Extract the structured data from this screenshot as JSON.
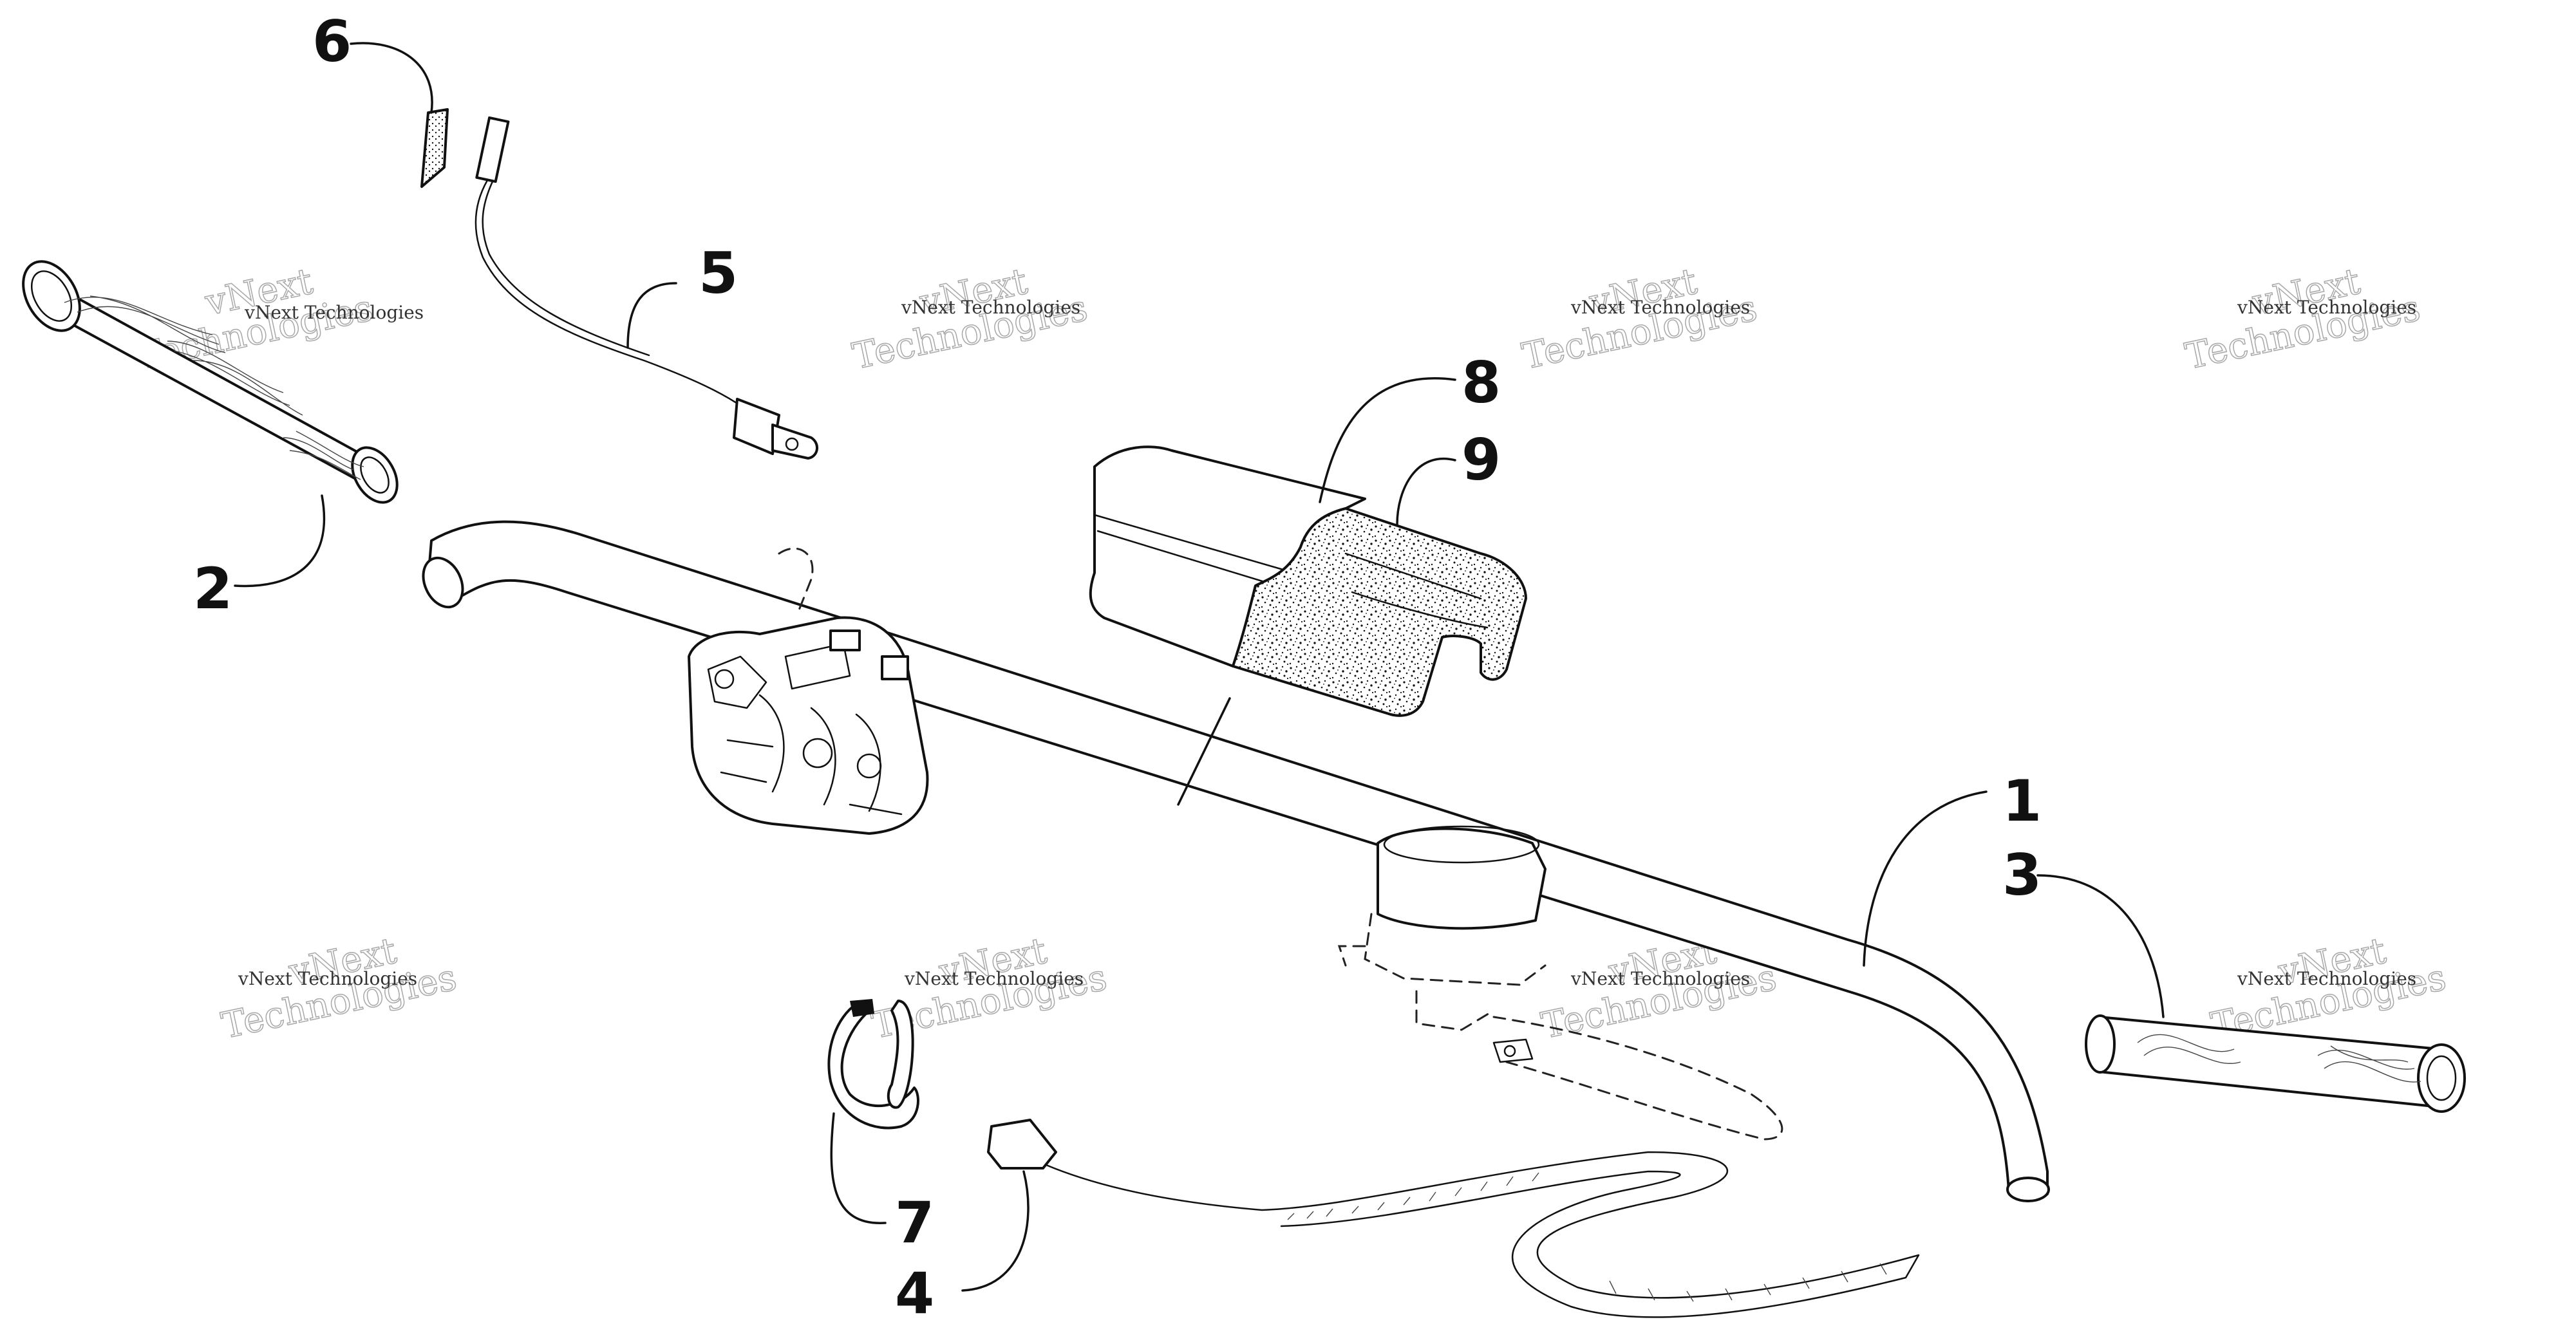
{
  "callouts": [
    {
      "id": "1",
      "label": "1"
    },
    {
      "id": "2",
      "label": "2"
    },
    {
      "id": "3",
      "label": "3"
    },
    {
      "id": "4",
      "label": "4"
    },
    {
      "id": "5",
      "label": "5"
    },
    {
      "id": "6",
      "label": "6"
    },
    {
      "id": "7",
      "label": "7"
    },
    {
      "id": "8",
      "label": "8"
    },
    {
      "id": "9",
      "label": "9"
    }
  ],
  "watermark": {
    "small_text": "vNext Technologies",
    "big_line1": "vNext",
    "big_line2": "Technologies"
  }
}
